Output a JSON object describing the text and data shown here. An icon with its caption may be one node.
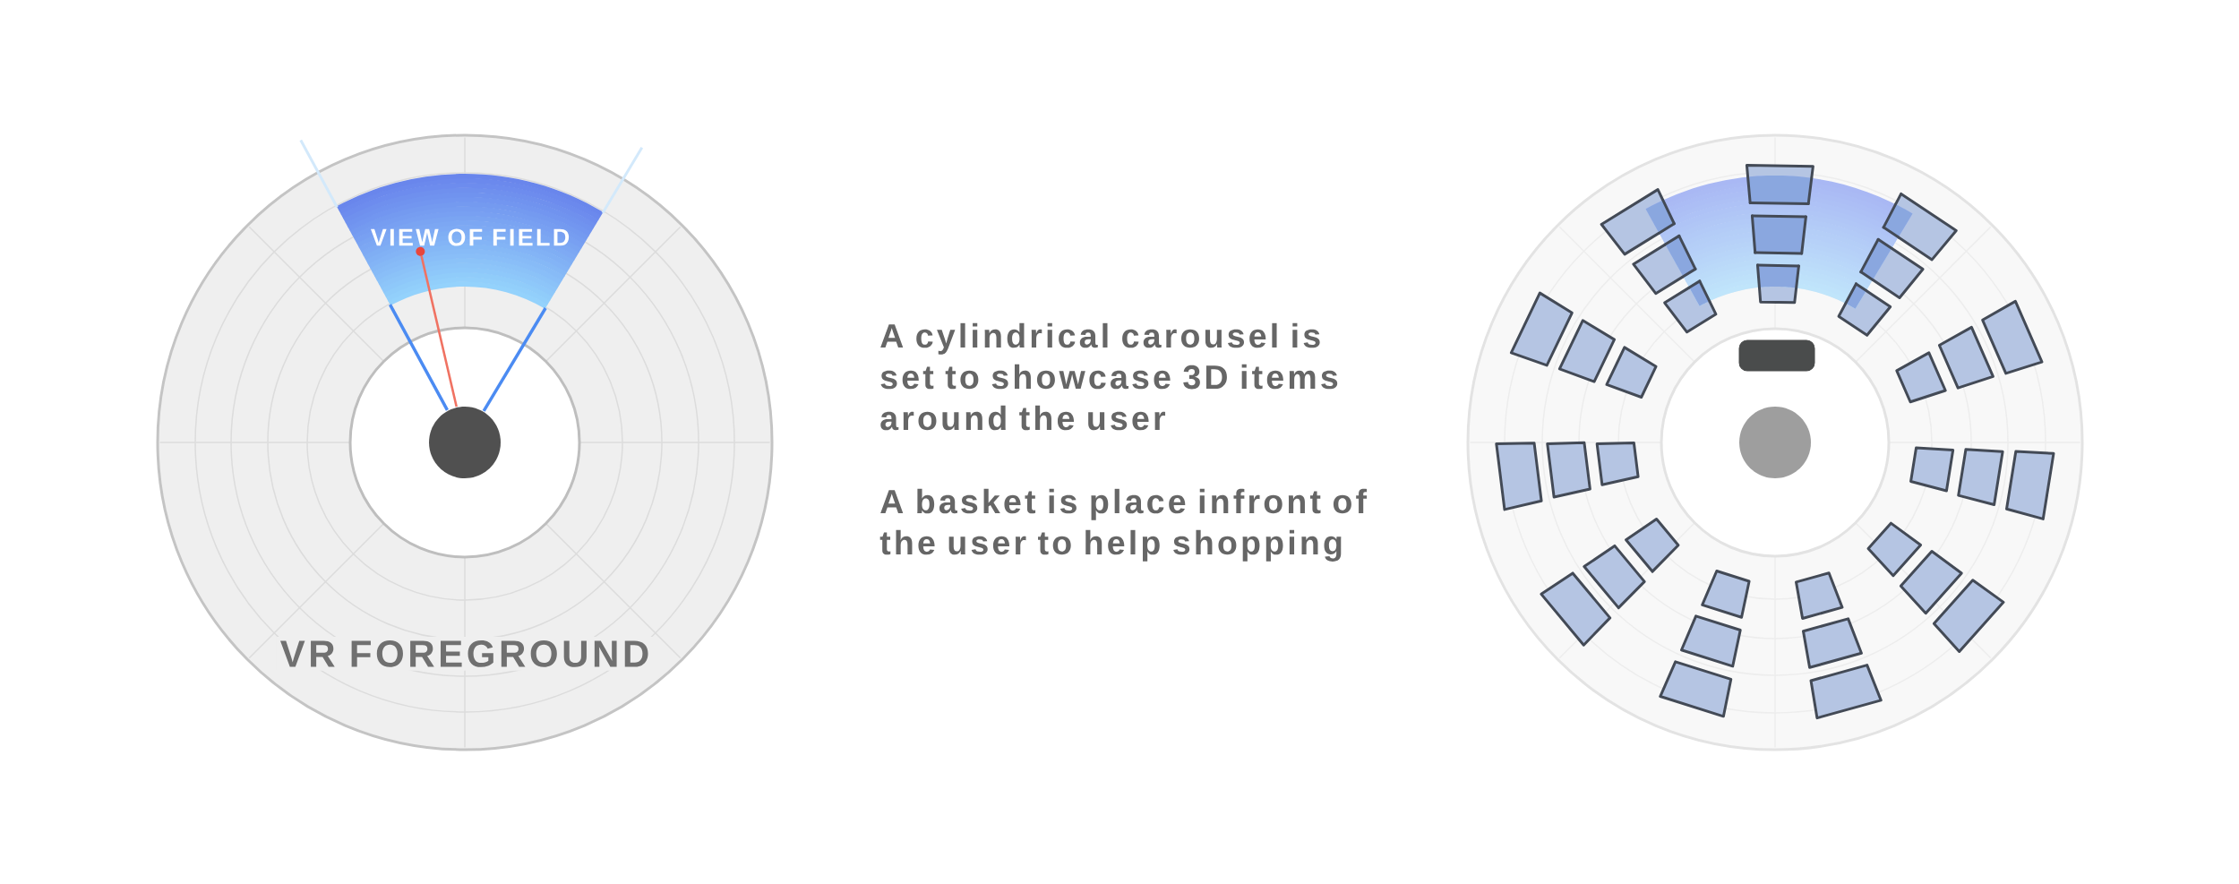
{
  "diagram": {
    "nodes": [
      {
        "text": [
          "VR FOREGROUND"
        ]
      },
      {
        "text": [
          "VIEW OF FIELD"
        ],
        "in": 0
      },
      {
        "text": [],
        "shape": "circle"
      },
      {
        "text": [],
        "shape": "band",
        "in": 2
      },
      {
        "text": [],
        "shape": "box",
        "in": 2
      }
    ],
    "labels": [
      "A cylindrical carousel is set to showcase 3D items around the user",
      "A basket is place infront of the user to help shopping"
    ]
  }
}
